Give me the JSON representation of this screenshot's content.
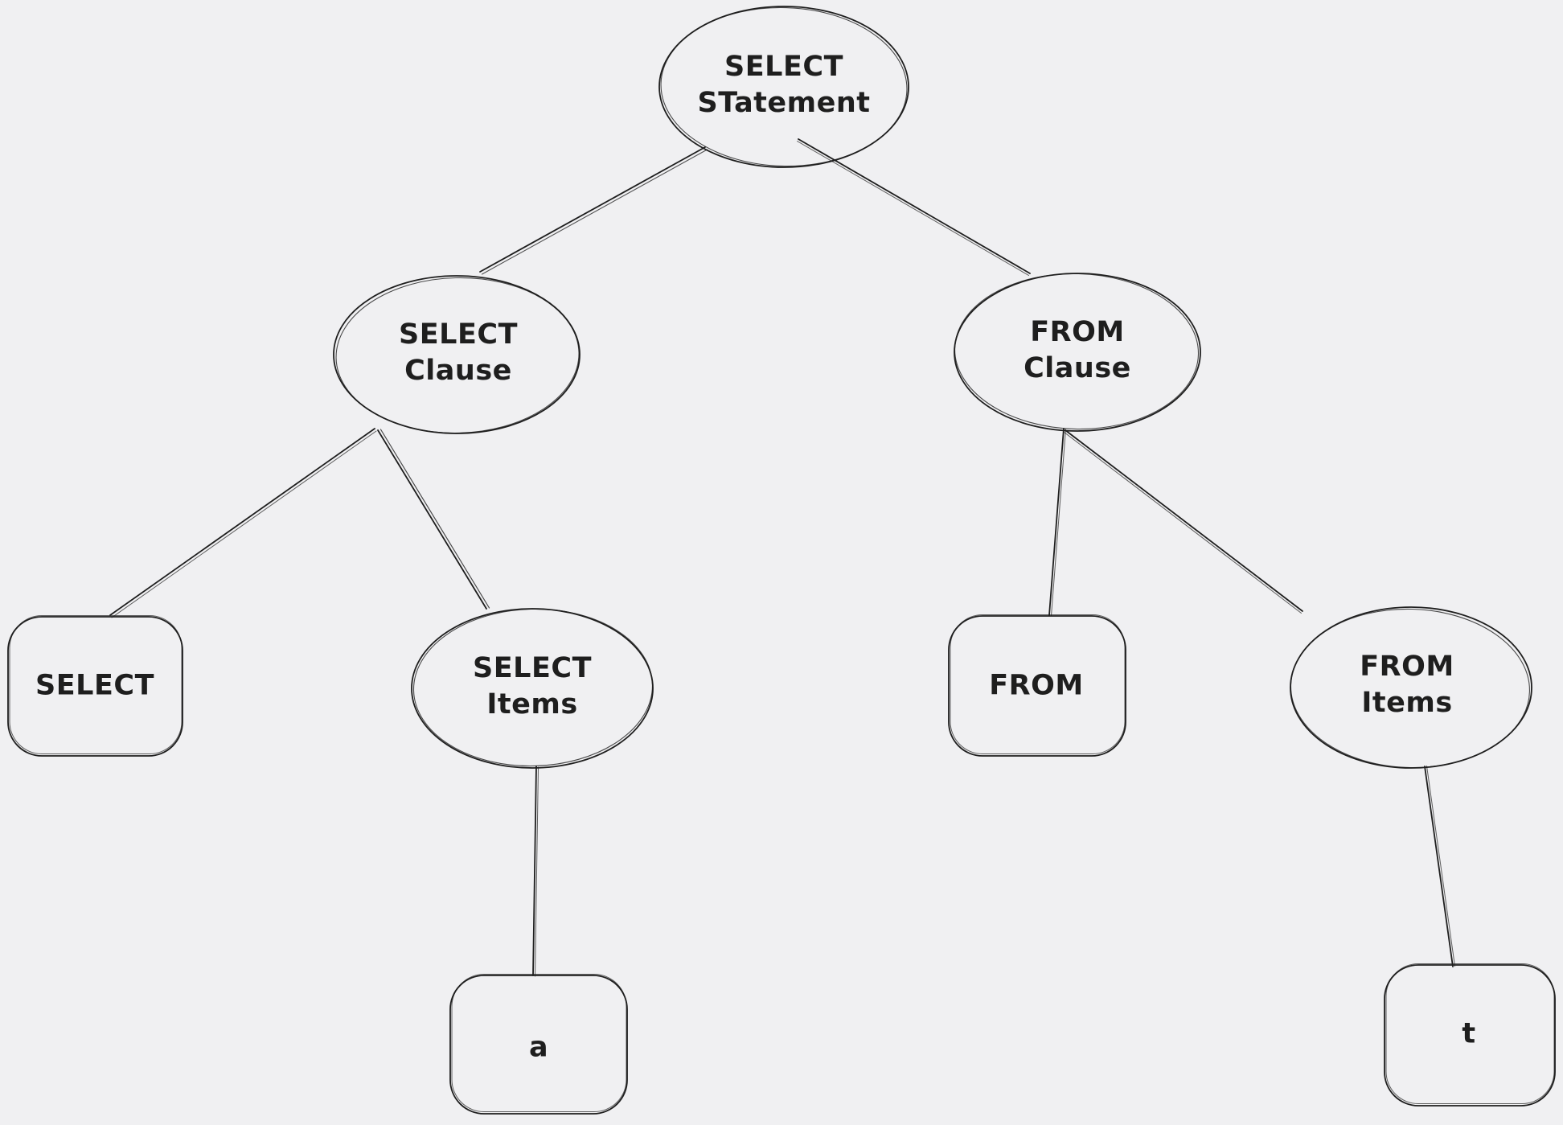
{
  "canvas": {
    "background": "#f0f0f2",
    "stroke": "#1e1e1e",
    "text_color": "#1e1e1e"
  },
  "diagram": {
    "type": "tree",
    "description": "Hand-drawn parse tree of a SQL SELECT statement",
    "nodes": {
      "select_statement": {
        "label": "SELECT\nSTatement",
        "shape": "ellipse"
      },
      "select_clause": {
        "label": "SELECT\nClause",
        "shape": "ellipse"
      },
      "from_clause": {
        "label": "FROM\nClause",
        "shape": "ellipse"
      },
      "select_keyword": {
        "label": "SELECT",
        "shape": "rectangle"
      },
      "select_items": {
        "label": "SELECT\nItems",
        "shape": "ellipse"
      },
      "from_keyword": {
        "label": "FROM",
        "shape": "rectangle"
      },
      "from_items": {
        "label": "FROM\nItems",
        "shape": "ellipse"
      },
      "item_a": {
        "label": "a",
        "shape": "rectangle"
      },
      "item_t": {
        "label": "t",
        "shape": "rectangle"
      }
    },
    "edges": [
      {
        "from": "select_statement",
        "to": "select_clause"
      },
      {
        "from": "select_statement",
        "to": "from_clause"
      },
      {
        "from": "select_clause",
        "to": "select_keyword"
      },
      {
        "from": "select_clause",
        "to": "select_items"
      },
      {
        "from": "from_clause",
        "to": "from_keyword"
      },
      {
        "from": "from_clause",
        "to": "from_items"
      },
      {
        "from": "select_items",
        "to": "item_a"
      },
      {
        "from": "from_items",
        "to": "item_t"
      }
    ]
  }
}
